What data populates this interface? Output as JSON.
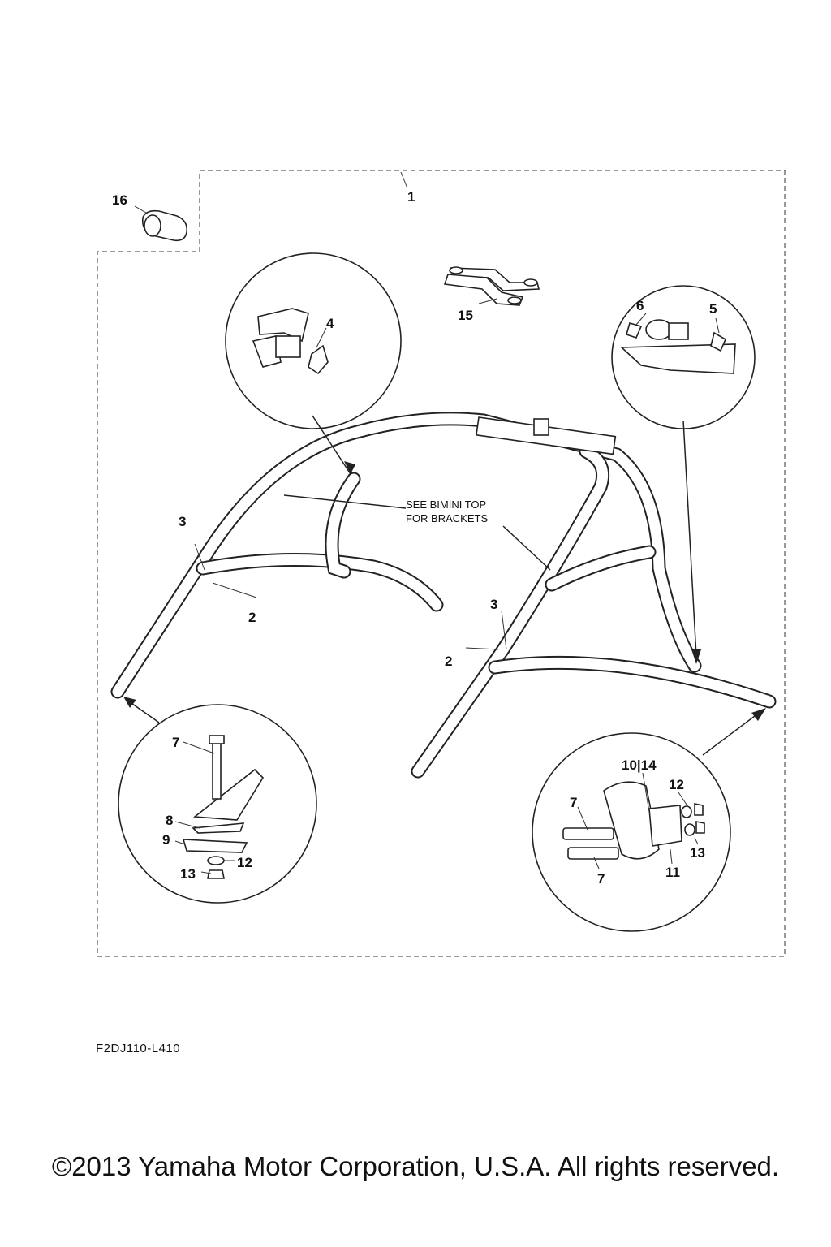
{
  "diagram": {
    "callouts": {
      "c1": "1",
      "c2a": "2",
      "c2b": "2",
      "c3a": "3",
      "c3b": "3",
      "c4": "4",
      "c5": "5",
      "c6": "6",
      "c7a": "7",
      "c7b": "7",
      "c7c": "7",
      "c8": "8",
      "c9": "9",
      "c10_14": "10|14",
      "c11": "11",
      "c12a": "12",
      "c12b": "12",
      "c13a": "13",
      "c13b": "13",
      "c15": "15",
      "c16": "16"
    },
    "note_line1": "SEE BIMINI TOP",
    "note_line2": "FOR BRACKETS"
  },
  "footer": {
    "drawing_code": "F2DJ110-L410",
    "copyright": "©2013 Yamaha Motor Corporation, U.S.A. All rights reserved."
  }
}
